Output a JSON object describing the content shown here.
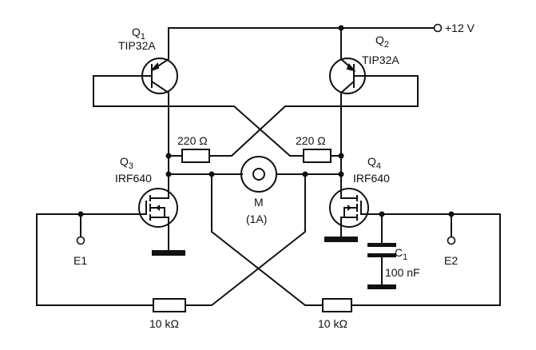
{
  "supply": {
    "label": "+12 V"
  },
  "transistors": {
    "q1": {
      "name": "Q",
      "sub": "1",
      "part": "TIP32A"
    },
    "q2": {
      "name": "Q",
      "sub": "2",
      "part": "TIP32A"
    },
    "q3": {
      "name": "Q",
      "sub": "3",
      "part": "IRF640"
    },
    "q4": {
      "name": "Q",
      "sub": "4",
      "part": "IRF640"
    }
  },
  "resistors": {
    "r_left_top": "220 Ω",
    "r_right_top": "220 Ω",
    "r_left_bottom": "10 kΩ",
    "r_right_bottom": "10 kΩ"
  },
  "motor": {
    "name": "M",
    "rating": "(1A)"
  },
  "capacitor": {
    "name": "C",
    "sub": "1",
    "value": "100 nF"
  },
  "inputs": {
    "e1": "E1",
    "e2": "E2"
  }
}
